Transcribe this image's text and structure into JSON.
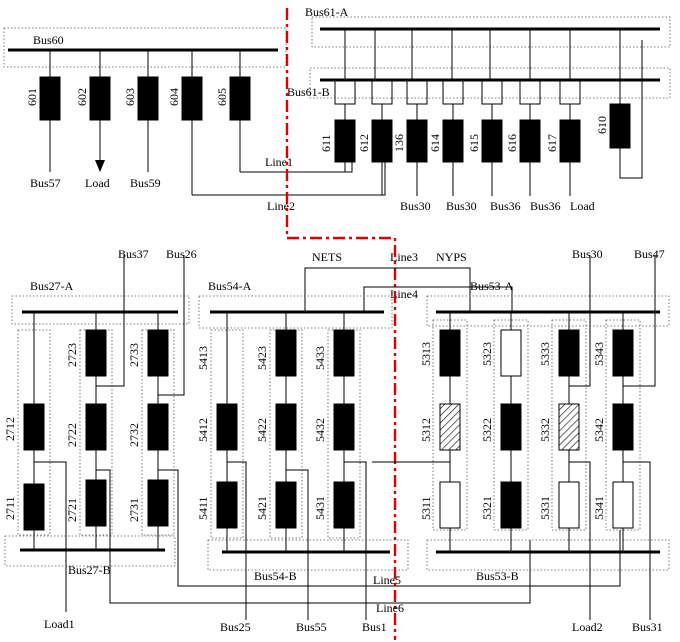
{
  "bus_labels": {
    "bus60": "Bus60",
    "bus61a": "Bus61-A",
    "bus61b": "Bus61-B",
    "bus27a": "Bus27-A",
    "bus27b": "Bus27-B",
    "bus54a": "Bus54-A",
    "bus54b": "Bus54-B",
    "bus53a": "Bus53-A",
    "bus53b": "Bus53-B"
  },
  "line_labels": {
    "line1": "Line1",
    "line2": "Line2",
    "line3": "Line3",
    "line4": "Line4",
    "line5": "Line5",
    "line6": "Line6"
  },
  "region_labels": {
    "nets": "NETS",
    "nyps": "NYPS"
  },
  "top_left": {
    "breakers": [
      "601",
      "602",
      "603",
      "604",
      "605"
    ],
    "terminals": [
      "Bus57",
      "Load",
      "Bus59"
    ]
  },
  "top_right": {
    "breakers": [
      "611",
      "612",
      "136",
      "614",
      "615",
      "616",
      "617",
      "610"
    ],
    "terminals": [
      "Bus30",
      "Bus30",
      "Bus36",
      "Bus36",
      "Load"
    ]
  },
  "bus27": {
    "breakers": [
      "2712",
      "2711",
      "2723",
      "2722",
      "2721",
      "2733",
      "2732",
      "2731"
    ]
  },
  "bus54": {
    "breakers": [
      "5413",
      "5412",
      "5411",
      "5423",
      "5422",
      "5421",
      "5433",
      "5432",
      "5431"
    ]
  },
  "bus53": {
    "breakers": [
      "5313",
      "5312",
      "5311",
      "5323",
      "5322",
      "5321",
      "5333",
      "5332",
      "5331",
      "5343",
      "5342",
      "5341"
    ]
  },
  "top_terminals": {
    "bus37": "Bus37",
    "bus26": "Bus26",
    "bus30": "Bus30",
    "bus47": "Bus47"
  },
  "bottom_terminals": {
    "load1": "Load1",
    "bus25": "Bus25",
    "bus55": "Bus55",
    "bus1": "Bus1",
    "load2": "Load2",
    "bus31": "Bus31"
  },
  "breaker_states": {
    "open": "open",
    "closed": "closed",
    "faulted": "faulted"
  }
}
